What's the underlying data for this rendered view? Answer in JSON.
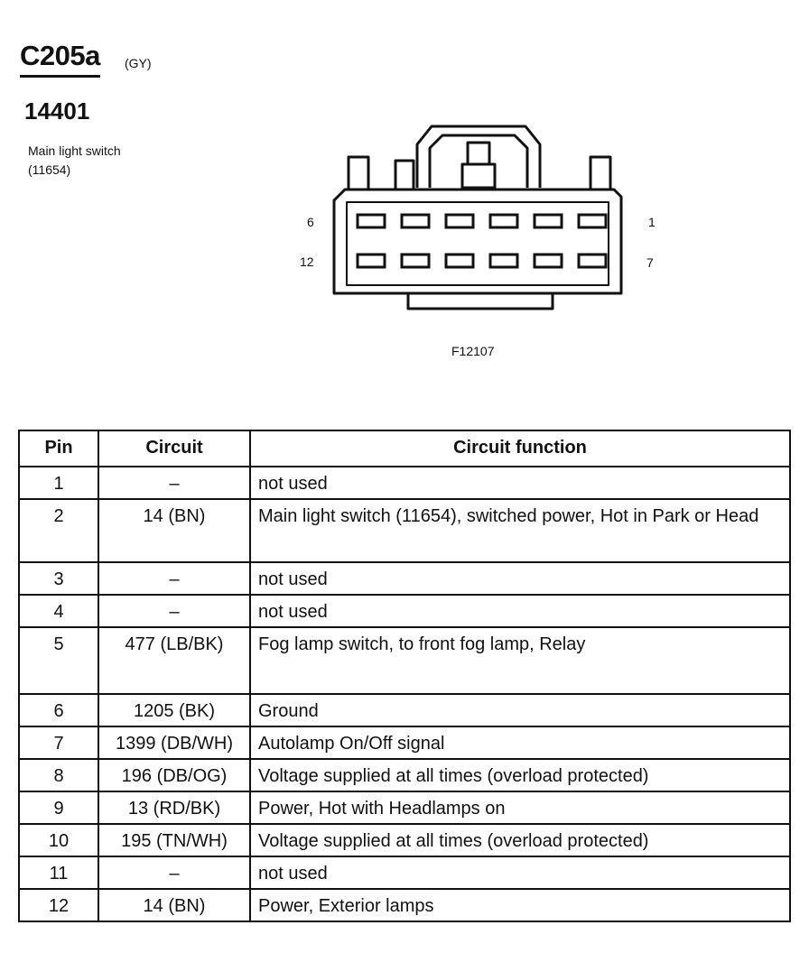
{
  "header": {
    "connector_id": "C205a",
    "connector_color": "(GY)",
    "part_number": "14401",
    "component_name": "Main light switch",
    "component_code": "(11654)"
  },
  "diagram": {
    "label_top_left": "6",
    "label_bottom_left": "12",
    "label_top_right": "1",
    "label_bottom_right": "7",
    "figure_id": "F12107"
  },
  "table": {
    "headers": {
      "pin": "Pin",
      "circuit": "Circuit",
      "function": "Circuit function"
    },
    "rows": [
      {
        "pin": "1",
        "circuit": "–",
        "function": "not used"
      },
      {
        "pin": "2",
        "circuit": "14 (BN)",
        "function": "Main light switch (11654), switched power, Hot in Park or Head"
      },
      {
        "pin": "3",
        "circuit": "–",
        "function": "not used"
      },
      {
        "pin": "4",
        "circuit": "–",
        "function": "not used"
      },
      {
        "pin": "5",
        "circuit": "477 (LB/BK)",
        "function": "Fog lamp switch, to front fog lamp, Relay"
      },
      {
        "pin": "6",
        "circuit": "1205 (BK)",
        "function": "Ground"
      },
      {
        "pin": "7",
        "circuit": "1399 (DB/WH)",
        "function": "Autolamp On/Off signal"
      },
      {
        "pin": "8",
        "circuit": "196 (DB/OG)",
        "function": "Voltage supplied at all times (overload protected)"
      },
      {
        "pin": "9",
        "circuit": "13 (RD/BK)",
        "function": "Power, Hot with Headlamps on"
      },
      {
        "pin": "10",
        "circuit": "195 (TN/WH)",
        "function": "Voltage supplied at all times (overload protected)"
      },
      {
        "pin": "11",
        "circuit": "–",
        "function": "not used"
      },
      {
        "pin": "12",
        "circuit": "14 (BN)",
        "function": "Power, Exterior lamps"
      }
    ]
  }
}
